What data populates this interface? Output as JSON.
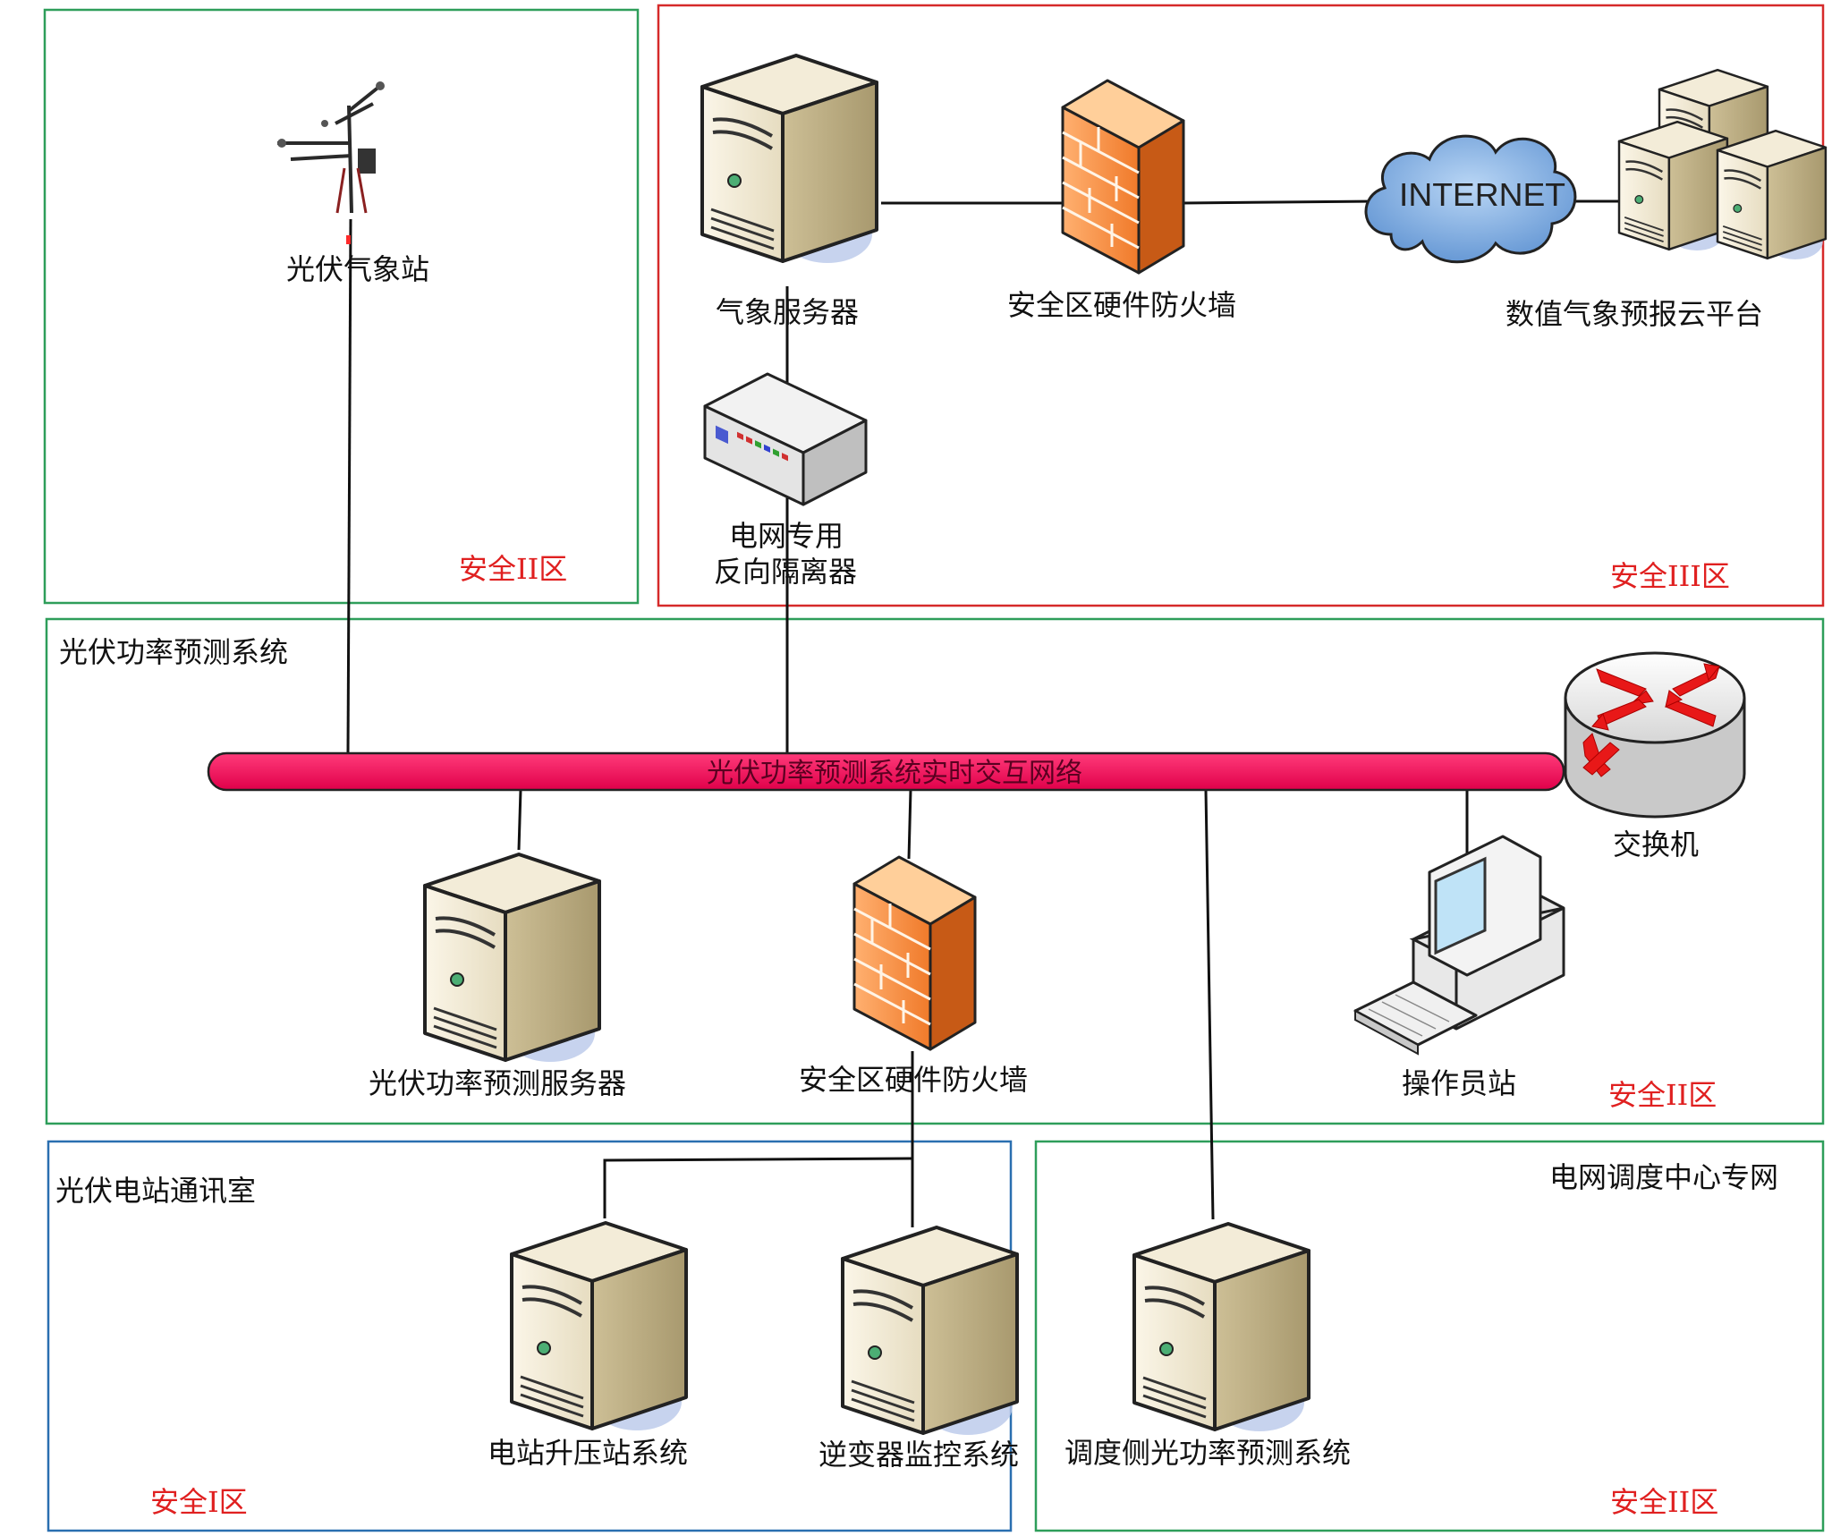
{
  "zones": {
    "zone_top_left": "安全II区",
    "zone_top_right": "安全III区",
    "zone_middle": "安全II区",
    "zone_bottom_left": "安全I区",
    "zone_bottom_right": "安全II区"
  },
  "groups": {
    "middle_title": "光伏功率预测系统",
    "bottom_left_title": "光伏电站通讯室",
    "bottom_right_title": "电网调度中心专网"
  },
  "nodes": {
    "weather_station": "光伏气象站",
    "weather_server": "气象服务器",
    "firewall_top": "安全区硬件防火墙",
    "internet": "INTERNET",
    "cloud_platform": "数值气象预报云平台",
    "isolator_line1": "电网专用",
    "isolator_line2": "反向隔离器",
    "bus": "光伏功率预测系统实时交互网络",
    "switch": "交换机",
    "pv_server": "光伏功率预测服务器",
    "firewall_mid": "安全区硬件防火墙",
    "operator": "操作员站",
    "substation": "电站升压站系统",
    "inverter": "逆变器监控系统",
    "dispatch": "调度侧光功率预测系统"
  },
  "colors": {
    "green_border": "#2e9e5a",
    "red_border": "#d62a2a",
    "blue_border": "#2a6fb0",
    "bus_fill": "#f0105a",
    "zone_text": "#e02020",
    "server_body": "#efe6cf",
    "firewall": "#f07a2a",
    "cloud": "#6fa6e0"
  }
}
